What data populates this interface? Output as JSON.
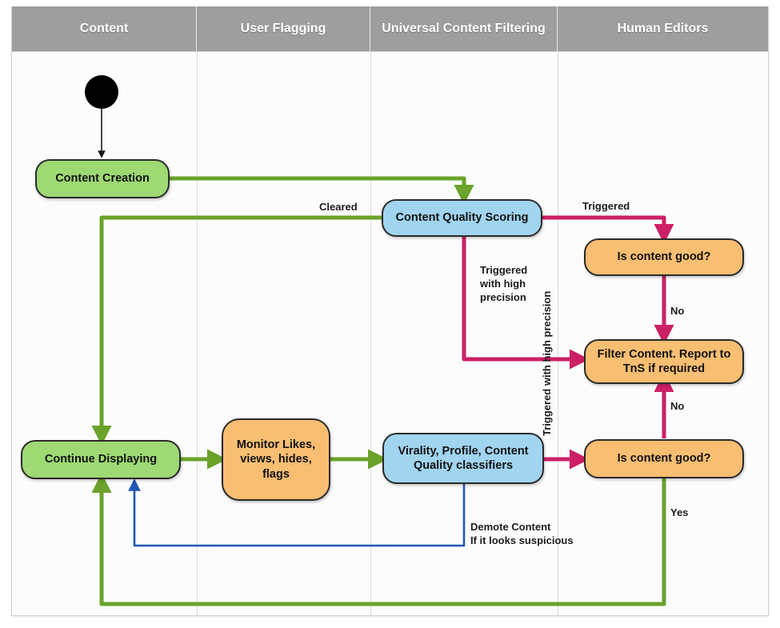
{
  "diagram": {
    "type": "swimlane-flowchart",
    "title": "Content moderation pipeline",
    "colors": {
      "lane_header_bg": "#9e9e9e",
      "lane_header_text": "#ffffff",
      "lane_bg": "#fcfcfc",
      "node_green": "#9ed973",
      "node_blue": "#a0d4ef",
      "node_orange": "#f8be72",
      "node_border": "#2b2b2b",
      "edge_green": "#6aa22a",
      "edge_pink": "#cc1f66",
      "edge_blue": "#1f57b5",
      "edge_black": "#1a1a1a",
      "start_node": "#000000"
    }
  },
  "lanes": [
    {
      "id": "content",
      "label": "Content"
    },
    {
      "id": "user-flagging",
      "label": "User Flagging"
    },
    {
      "id": "universal-content-filtering",
      "label": "Universal Content Filtering"
    },
    {
      "id": "human-editors",
      "label": "Human Editors"
    }
  ],
  "nodes": [
    {
      "id": "start",
      "label": "",
      "shape": "circle",
      "color": "#000000",
      "lane": "content"
    },
    {
      "id": "content-creation",
      "label": "Content Creation",
      "color": "green",
      "lane": "content"
    },
    {
      "id": "content-quality-scoring",
      "label": "Content Quality Scoring",
      "color": "blue",
      "lane": "universal-content-filtering"
    },
    {
      "id": "is-content-good-top",
      "label": "Is content good?",
      "color": "orange",
      "lane": "human-editors"
    },
    {
      "id": "filter-content",
      "label": "Filter Content. Report to TnS if required",
      "color": "orange",
      "lane": "human-editors"
    },
    {
      "id": "continue-displaying",
      "label": "Continue Displaying",
      "color": "green",
      "lane": "content"
    },
    {
      "id": "monitor-signals",
      "label": "Monitor Likes, views, hides, flags",
      "color": "orange",
      "lane": "user-flagging"
    },
    {
      "id": "virality-classifiers",
      "label": "Virality, Profile, Content Quality classifiers",
      "color": "blue",
      "lane": "universal-content-filtering"
    },
    {
      "id": "is-content-good-bottom",
      "label": "Is content good?",
      "color": "orange",
      "lane": "human-editors"
    }
  ],
  "edge_labels": {
    "cleared": "Cleared",
    "triggered": "Triggered",
    "triggered_high_precision_top": "Triggered\nwith high\nprecision",
    "triggered_high_precision_bottom": "Triggered with high precision",
    "no_top": "No",
    "no_bottom": "No",
    "yes": "Yes",
    "demote": "Demote Content\nIf it looks suspicious"
  }
}
